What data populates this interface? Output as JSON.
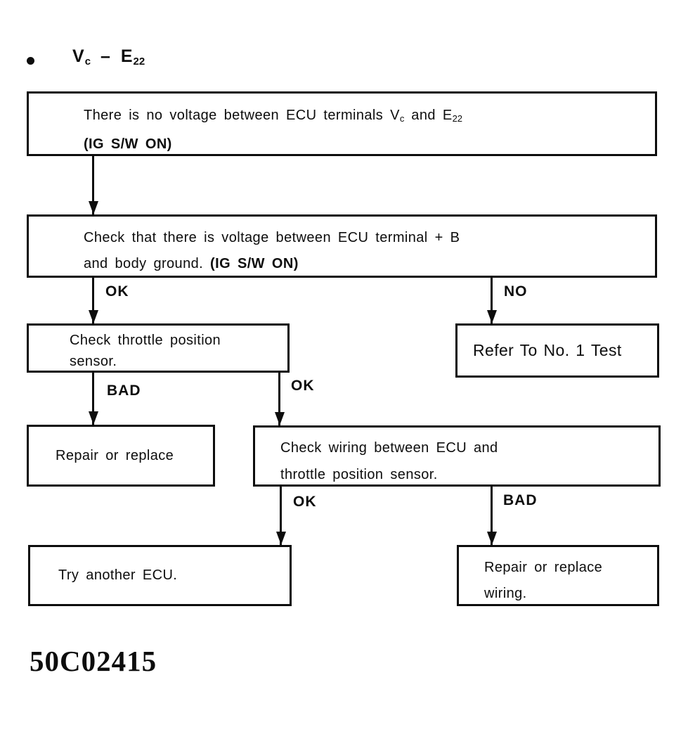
{
  "header": {
    "bullet": "•",
    "terminal_a": "V",
    "terminal_a_sub": "c",
    "separator": "–",
    "terminal_b": "E",
    "terminal_b_sub": "22"
  },
  "flowchart": {
    "box_no_voltage": {
      "line1_pre": "There is no voltage between ECU terminals V",
      "line1_sub1": "c",
      "line1_mid": " and E",
      "line1_sub2": "22",
      "line2_bold": "(IG S/W ON)"
    },
    "box_check_voltage": {
      "line1": "Check that there is voltage between ECU terminal + B",
      "line2_normal": "and body ground. ",
      "line2_bold": "(IG S/W ON)"
    },
    "box_check_throttle": {
      "line1": "Check throttle position",
      "line2": "sensor."
    },
    "box_refer_test": {
      "line1": "Refer To No. 1 Test"
    },
    "box_repair_replace": {
      "line1": "Repair or replace"
    },
    "box_check_wiring": {
      "line1": "Check wiring between ECU and",
      "line2": "throttle position sensor."
    },
    "box_try_ecu": {
      "line1": "Try another ECU."
    },
    "box_repair_wiring": {
      "line1": "Repair or replace",
      "line2": "wiring."
    },
    "edge_labels": {
      "ok_to_throttle": "OK",
      "no_to_refer": "NO",
      "bad_to_repair": "BAD",
      "ok_to_wiring": "OK",
      "ok_to_ecu": "OK",
      "bad_to_wiring": "BAD"
    }
  },
  "footer": {
    "figure_code": "50C02415"
  },
  "colors": {
    "ink": "#0d0d0d",
    "paper": "#ffffff"
  }
}
